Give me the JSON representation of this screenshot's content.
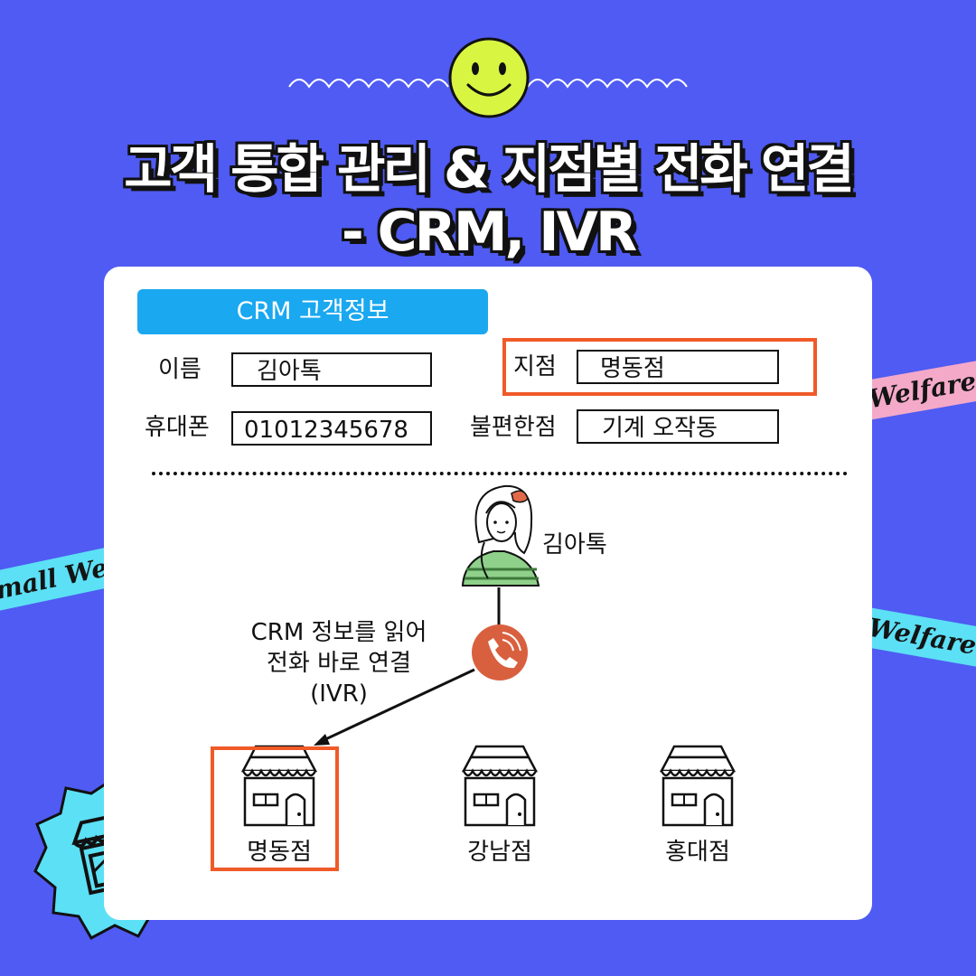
{
  "title": {
    "line1": "고객 통합 관리  & 지점별 전화 연결",
    "line2": "- CRM, IVR"
  },
  "ribbons": [
    "Welfare ma",
    "mall  We",
    "Welfare ma"
  ],
  "crm": {
    "header": "CRM 고객정보",
    "name_label": "이름",
    "name_value": "김아톡",
    "branch_label": "지점",
    "branch_value": "명동점",
    "phone_label": "휴대폰",
    "phone_value": "01012345678",
    "complaint_label": "불편한점",
    "complaint_value": "기계 오작동"
  },
  "flow": {
    "customer_name": "김아톡",
    "ivr_line1": "CRM 정보를 읽어",
    "ivr_line2": "전화 바로 연결",
    "ivr_line3": "(IVR)"
  },
  "stores": [
    {
      "name": "명동점",
      "highlighted": true
    },
    {
      "name": "강남점",
      "highlighted": false
    },
    {
      "name": "홍대점",
      "highlighted": false
    }
  ],
  "colors": {
    "background": "#4f5bf2",
    "accent_orange": "#f05a28",
    "tab_blue": "#1aa8f0",
    "smiley_green": "#d8f542"
  }
}
